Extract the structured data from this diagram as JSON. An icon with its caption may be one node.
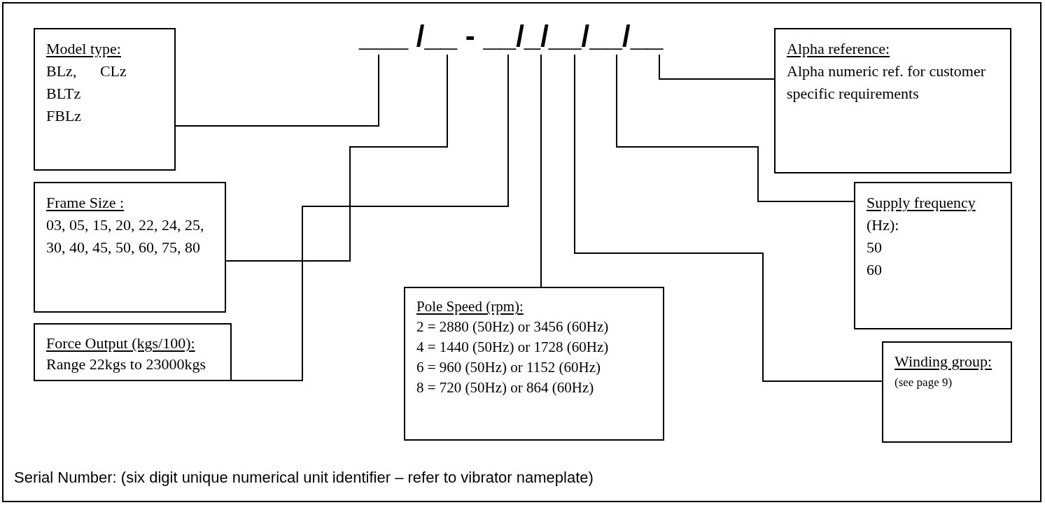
{
  "diagram": {
    "title": "___ /__ - __/_/__/__/__",
    "nodes": [
      {
        "text": [
          "Model type:",
          "BLz, CLz",
          "BLTz",
          "FBLz"
        ]
      },
      {
        "text": [
          "Frame Size :",
          "03, 05, 15, 20, 22, 24, 25, 30, 40, 45, 50, 60, 75, 80"
        ]
      },
      {
        "text": [
          "Force Output (kgs/100):",
          "Range 22kgs to 23000kgs"
        ]
      },
      {
        "text": [
          "Pole Speed (rpm):",
          "2 = 2880 (50Hz) or 3456 (60Hz)",
          "4 = 1440 (50Hz) or 1728 (60Hz)",
          "6 = 960 (50Hz) or 1152 (60Hz)",
          "8 = 720 (50Hz) or 864 (60Hz)"
        ]
      },
      {
        "text": [
          "Alpha reference:",
          "Alpha numeric ref. for customer specific requirements"
        ]
      },
      {
        "text": [
          "Supply frequency",
          "(Hz):",
          "50",
          "60"
        ]
      },
      {
        "text": [
          "Winding group:",
          "(see page 9)"
        ]
      }
    ],
    "edges": [
      {
        "from": 0,
        "to": null,
        "arrow": "none"
      },
      {
        "from": 1,
        "to": null,
        "arrow": "none"
      },
      {
        "from": 2,
        "to": null,
        "arrow": "none"
      },
      {
        "from": 3,
        "to": null,
        "arrow": "none"
      },
      {
        "from": 6,
        "to": null,
        "arrow": "none"
      },
      {
        "from": 5,
        "to": null,
        "arrow": "none"
      },
      {
        "from": 4,
        "to": null,
        "arrow": "none"
      }
    ],
    "labels": [
      "Serial Number: (six digit unique numerical unit identifier – refer to vibrator nameplate)"
    ]
  }
}
